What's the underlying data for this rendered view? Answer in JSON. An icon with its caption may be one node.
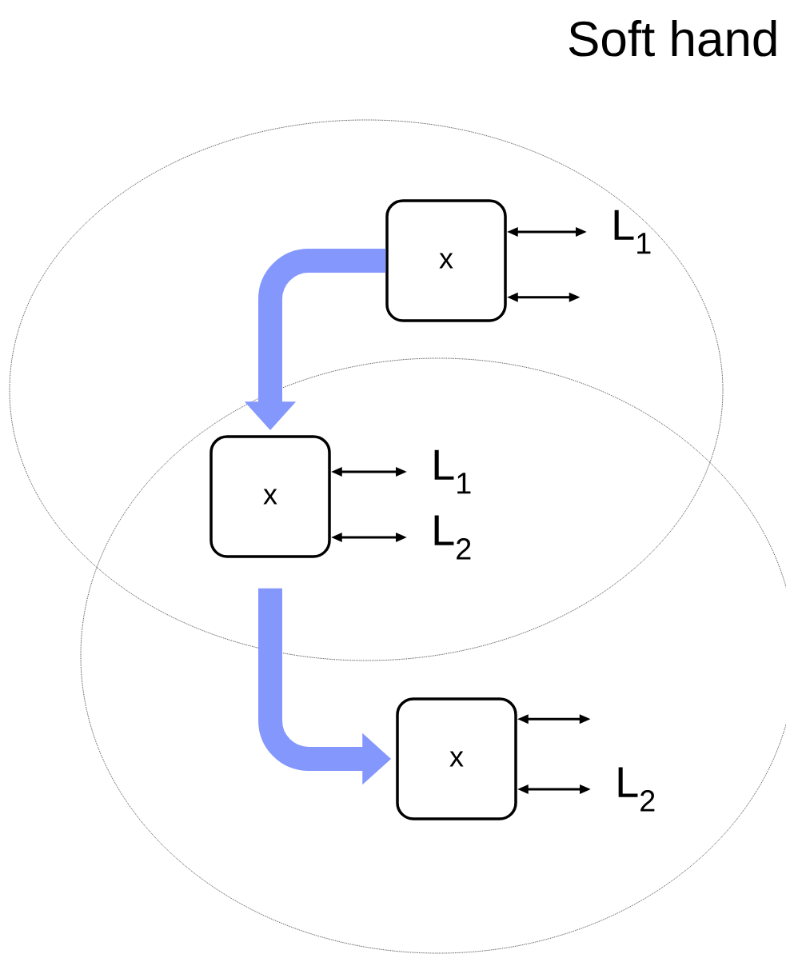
{
  "diagram": {
    "title": "Soft hand",
    "nodes": [
      {
        "text": [
          "x"
        ]
      },
      {
        "text": [
          "L$_{1}$"
        ]
      },
      {
        "text": [
          "x"
        ]
      },
      {
        "text": [
          "L$_{1}$"
        ]
      },
      {
        "text": [
          "L$_{2}$"
        ]
      },
      {
        "text": [
          "x"
        ]
      },
      {
        "text": [
          "L$_{2}$"
        ]
      }
    ],
    "edges": [
      {
        "from": 0,
        "to": 1,
        "arrow": "both"
      },
      {
        "from": 0,
        "to": null,
        "arrow": "both"
      },
      {
        "from": 0,
        "to": 2,
        "arrow": "to",
        "style": "thick",
        "color": "#8497fd"
      },
      {
        "from": 2,
        "to": 3,
        "arrow": "both"
      },
      {
        "from": 2,
        "to": 4,
        "arrow": "both"
      },
      {
        "from": 2,
        "to": 5,
        "arrow": "to",
        "style": "thick",
        "color": "#8497fd"
      },
      {
        "from": 5,
        "to": null,
        "arrow": "both"
      },
      {
        "from": 5,
        "to": 6,
        "arrow": "both"
      }
    ]
  }
}
